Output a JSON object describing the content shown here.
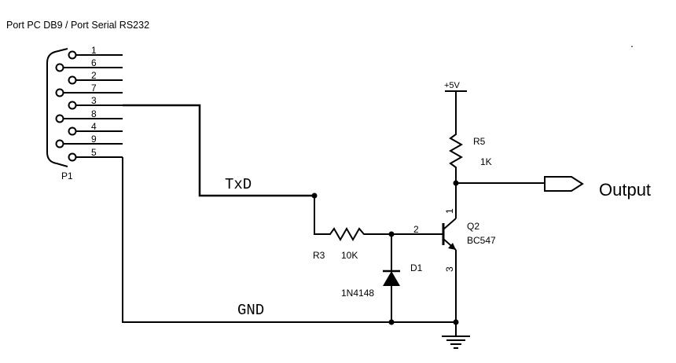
{
  "title": "Port PC DB9 / Port Serial RS232",
  "connector": {
    "ref": "P1",
    "pins": [
      "1",
      "6",
      "2",
      "7",
      "3",
      "8",
      "4",
      "9",
      "5"
    ]
  },
  "nets": {
    "txd": "TxD",
    "gnd": "GND",
    "vcc": "+5V",
    "output": "Output"
  },
  "components": {
    "r3": {
      "ref": "R3",
      "value": "10K"
    },
    "r5": {
      "ref": "R5",
      "value": "1K"
    },
    "d1": {
      "ref": "D1",
      "value": "1N4148"
    },
    "q2": {
      "ref": "Q2",
      "value": "BC547",
      "pin_base": "2",
      "pin_collector": "1",
      "pin_emitter": "3"
    }
  },
  "misc": {
    "dot": "."
  }
}
